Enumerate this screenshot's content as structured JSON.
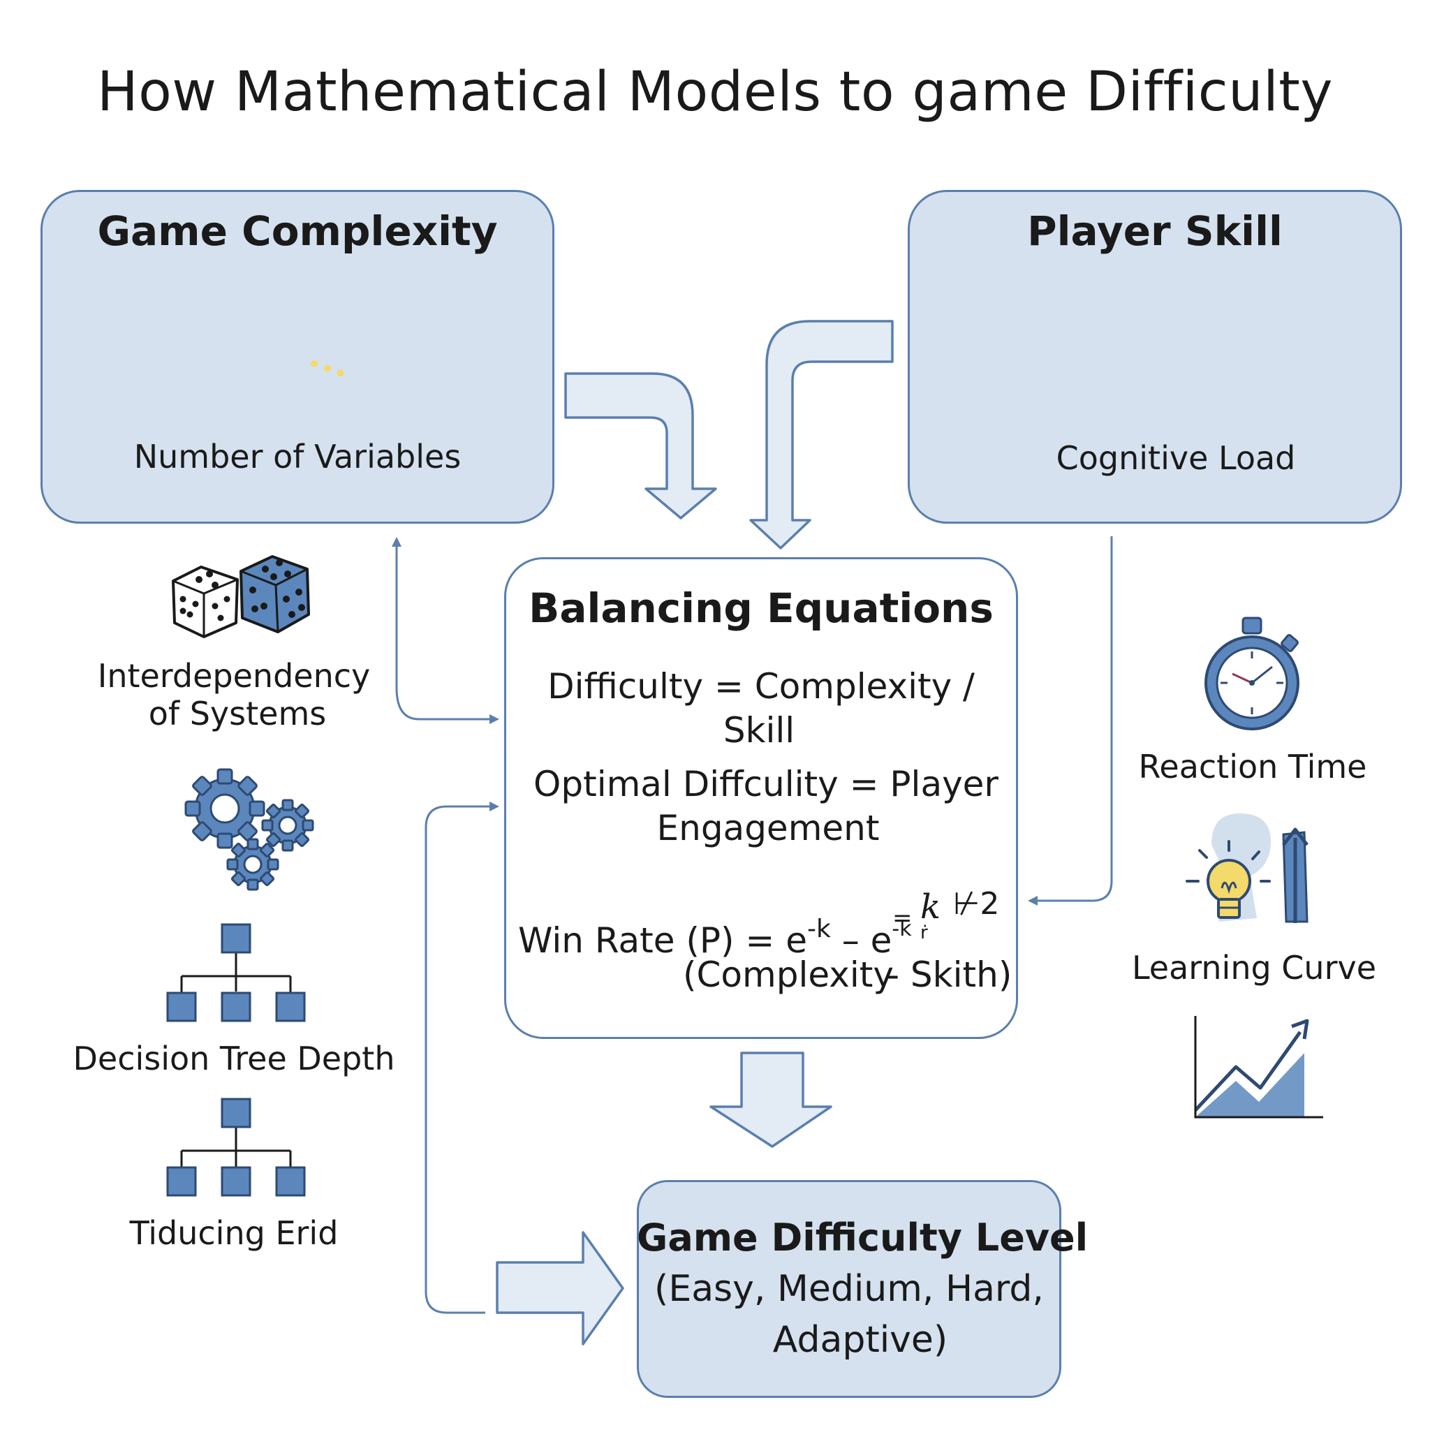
{
  "title": "How Mathematical Models to game Difficulty",
  "game_complexity": {
    "heading": "Game Complexity",
    "label": "Number of Variables",
    "card_dots": "•••"
  },
  "player_skill": {
    "heading": "Player Skill",
    "label": "Cognitive Load"
  },
  "balancing": {
    "heading": "Balancing Equations",
    "eq1_line1": "Difficulty = Complexity /",
    "eq1_line2": "Skill",
    "eq2_line1": "Optimal Diffculity = Player",
    "eq2_line2": "Engagement",
    "win_rate_prefix": "Win Rate (P) = e",
    "sup1": "-k",
    "minus_e": " – e",
    "sup2": "-k",
    "frac_eq": "=",
    "frac_k": "k",
    "frac_den": "ṙ",
    "frac_exp": "⊬2",
    "bottom_line": "(Complexity",
    "bottom_tail": "- Skith)"
  },
  "left_items": [
    {
      "line1": "Interdependency",
      "line2": "of Systems"
    },
    {
      "line1": "Decision Tree Depth"
    },
    {
      "line1": "Tiducing Erid"
    }
  ],
  "right_items": [
    {
      "line1": "Reaction Time"
    },
    {
      "line1": "Learning Curve"
    }
  ],
  "output": {
    "heading": "Game Difficulty Level",
    "line2": "(Easy, Medium, Hard,",
    "line3": "Adaptive)"
  },
  "colors": {
    "box_fill": "#d5e1ee",
    "box_border": "#5a7fae",
    "icon_blue": "#5b87bd",
    "icon_dark": "#2e4a72",
    "arrow_fill": "#e3ebf4",
    "arrow_line": "#5a7fae",
    "bulb": "#f4d96b",
    "brain": "#e9a0b2"
  }
}
